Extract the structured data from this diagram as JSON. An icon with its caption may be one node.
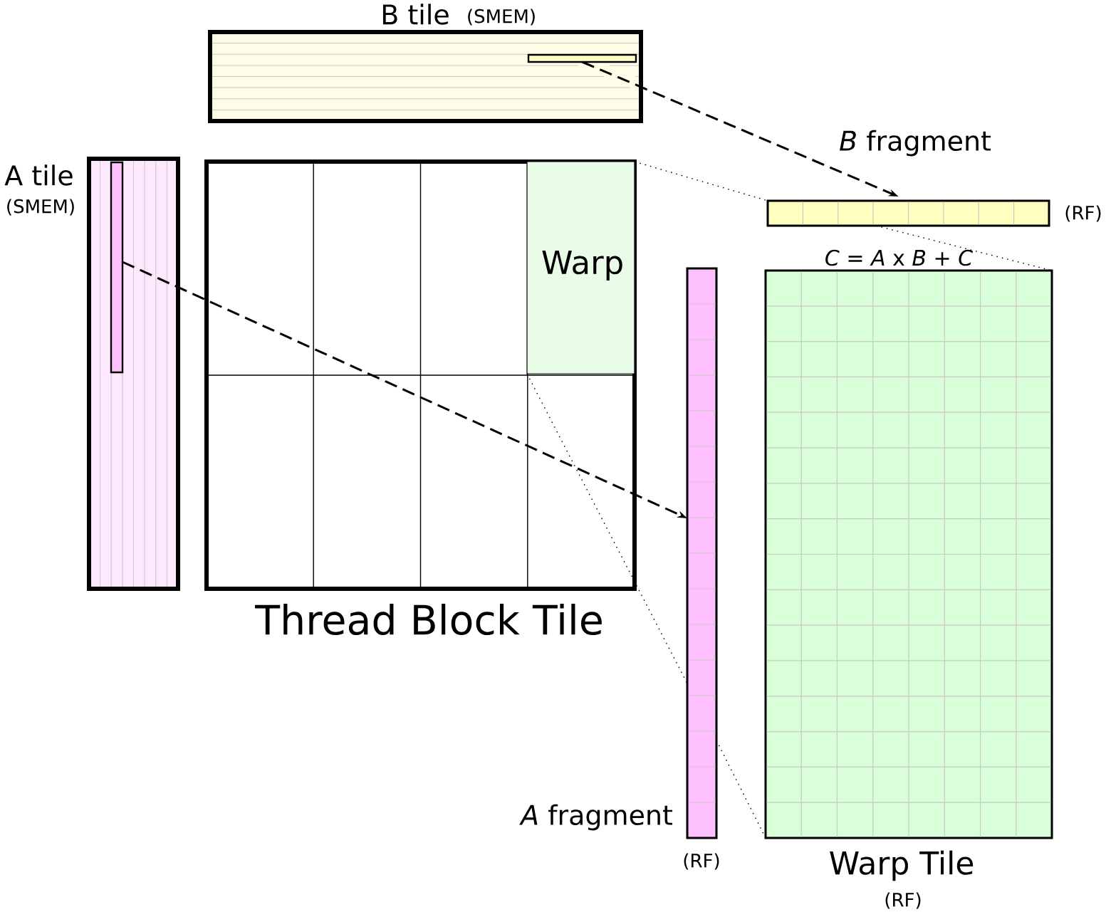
{
  "diagram": {
    "nodes": [
      {
        "text": [
          "B tile",
          "(SMEM)"
        ]
      },
      {
        "text": [],
        "shape": "bar",
        "in": 0
      },
      {
        "text": [
          "A tile",
          "(SMEM)"
        ]
      },
      {
        "text": [],
        "shape": "bar",
        "in": 2
      },
      {
        "text": [
          "Thread Block Tile"
        ]
      },
      {
        "text": [
          "Warp"
        ],
        "in": 4
      },
      {
        "text": [
          "*B* fragment",
          "(RF)"
        ]
      },
      {
        "text": [
          "*A* fragment",
          "(RF)"
        ]
      },
      {
        "text": [
          "*C* = *A* x *B* + *C*",
          "Warp Tile",
          "(RF)"
        ]
      }
    ],
    "edges": [
      {
        "from": 1,
        "to": 6,
        "arrow": "to",
        "style": "dashed"
      },
      {
        "from": 3,
        "to": 7,
        "arrow": "to",
        "style": "dashed"
      },
      {
        "from": 5,
        "to": 6,
        "arrow": "none"
      },
      {
        "from": 5,
        "to": 7,
        "arrow": "none"
      },
      {
        "from": 6,
        "to": 8,
        "arrow": "none"
      },
      {
        "from": 7,
        "to": 8,
        "arrow": "none"
      }
    ]
  }
}
